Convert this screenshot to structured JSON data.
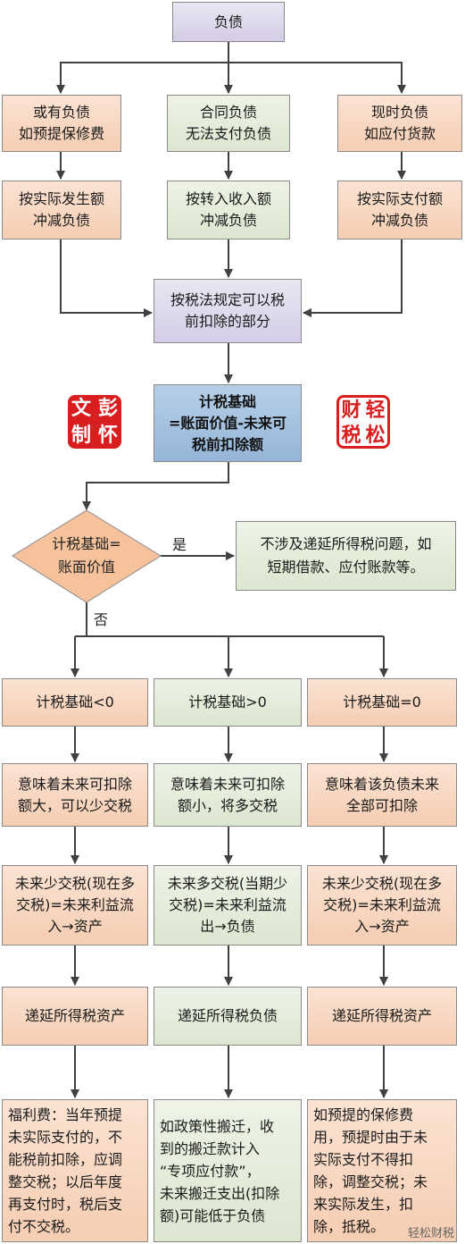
{
  "top": {
    "liability": "负债"
  },
  "col1": {
    "type": "或有负债\n如预提保修费",
    "action": "按实际发生额\n冲减负债"
  },
  "col2": {
    "type": "合同负债\n无法支付负债",
    "action": "按转入收入额\n冲减负债"
  },
  "col3": {
    "type": "现时负债\n如应付货款",
    "action": "按实际支付额\n冲减负债"
  },
  "merge": {
    "deductible": "按税法规定可以税\n前扣除的部分"
  },
  "formula": {
    "text": "计税基础\n=账面价值-未来可\n税前扣除额"
  },
  "seals": {
    "left": [
      "文",
      "彭",
      "制",
      "怀"
    ],
    "right": [
      "财",
      "轻",
      "税",
      "松"
    ]
  },
  "decision": {
    "question": "计税基础=\n账面价值",
    "yes": "是",
    "no": "否"
  },
  "yes_result": "不涉及递延所得税问题，如\n短期借款、应付账款等。",
  "branches": [
    {
      "condition": "计税基础<0",
      "meaning": "意味着未来可扣除\n额大，可以少交税",
      "tax": "未来少交税(现在多\n交税)=未来利益流\n入→资产",
      "deferred": "递延所得税资产",
      "example": "福利费：当年预提\n未实际支付的，不\n能税前扣除，应调\n整交税；以后年度\n再支付时，税后支\n付不交税。"
    },
    {
      "condition": "计税基础>0",
      "meaning": "意味着未来可扣除\n额小，将多交税",
      "tax": "未来多交税(当期少\n交税)=未来利益流\n出→负债",
      "deferred": "递延所得税负债",
      "example": "如政策性搬迁，收\n到的搬迁款计入\n“专项应付款”，\n未来搬迁支出(扣除\n额)可能低于负债"
    },
    {
      "condition": "计税基础=0",
      "meaning": "意味着该负债未来\n全部可扣除",
      "tax": "未来少交税(现在多\n交税)=未来利益流\n入→资产",
      "deferred": "递延所得税资产",
      "example": "如预提的保修费\n用，预提时由于未\n实际支付不得扣\n除，调整交税；未\n来实际发生，扣\n除，抵税。"
    }
  ],
  "watermark": "轻松财税"
}
